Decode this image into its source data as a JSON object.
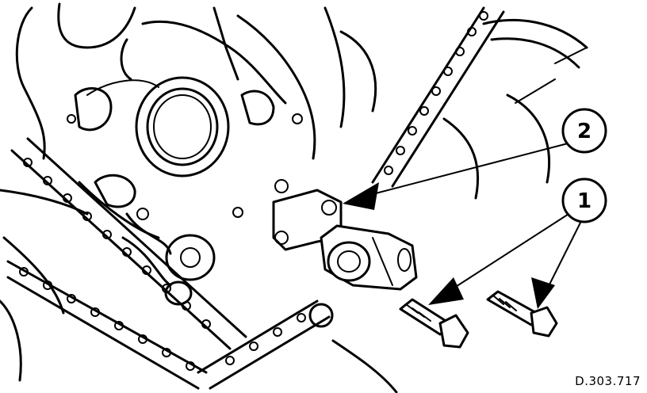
{
  "callouts": [
    {
      "label": "2",
      "target": "camshaft-sensor"
    },
    {
      "label": "1",
      "target": "bolts"
    }
  ],
  "reference": "D.303.717",
  "colors": {
    "ink": "#000000",
    "paper": "#ffffff"
  }
}
